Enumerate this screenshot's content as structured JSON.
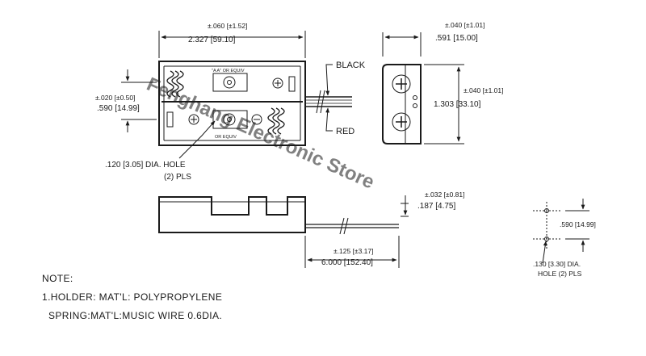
{
  "top_view": {
    "tol_width": "±.060 [±1.52]",
    "width": "2.327 [59.10]",
    "tol_left": "±.020 [±0.50]",
    "spacing": ".590 [14.99]",
    "wire_black": "BLACK",
    "wire_red": "RED",
    "hole_label_1": ".120 [3.05] DIA. HOLE",
    "hole_label_2": "(2) PLS",
    "cell_mark_top": "\"A A\" OR EQUIV",
    "cell_mark_bottom": "OR EQUIV"
  },
  "end_view": {
    "tol_depth": "±.040 [±1.01]",
    "depth": ".591 [15.00]",
    "tol_height": "±.040 [±1.01]",
    "height": "1.303 [33.10]"
  },
  "side_view": {
    "tol_height": "±.032 [±0.81]",
    "height": ".187 [4.75]",
    "tol_lead": "±.125 [±3.17]",
    "lead_length": "6.000 [152.40]"
  },
  "hole_pattern": {
    "spacing": ".590 [14.99]",
    "hole_label_1": ".130 [3.30] DIA.",
    "hole_label_2": "HOLE (2) PLS"
  },
  "notes": {
    "heading": "NOTE:",
    "line1": "1.HOLDER:  MAT'L:  POLYPROPYLENE",
    "line2": "SPRING:MAT'L:MUSIC WIRE 0.6DIA."
  },
  "watermark": "Fenghang Electronic Store"
}
